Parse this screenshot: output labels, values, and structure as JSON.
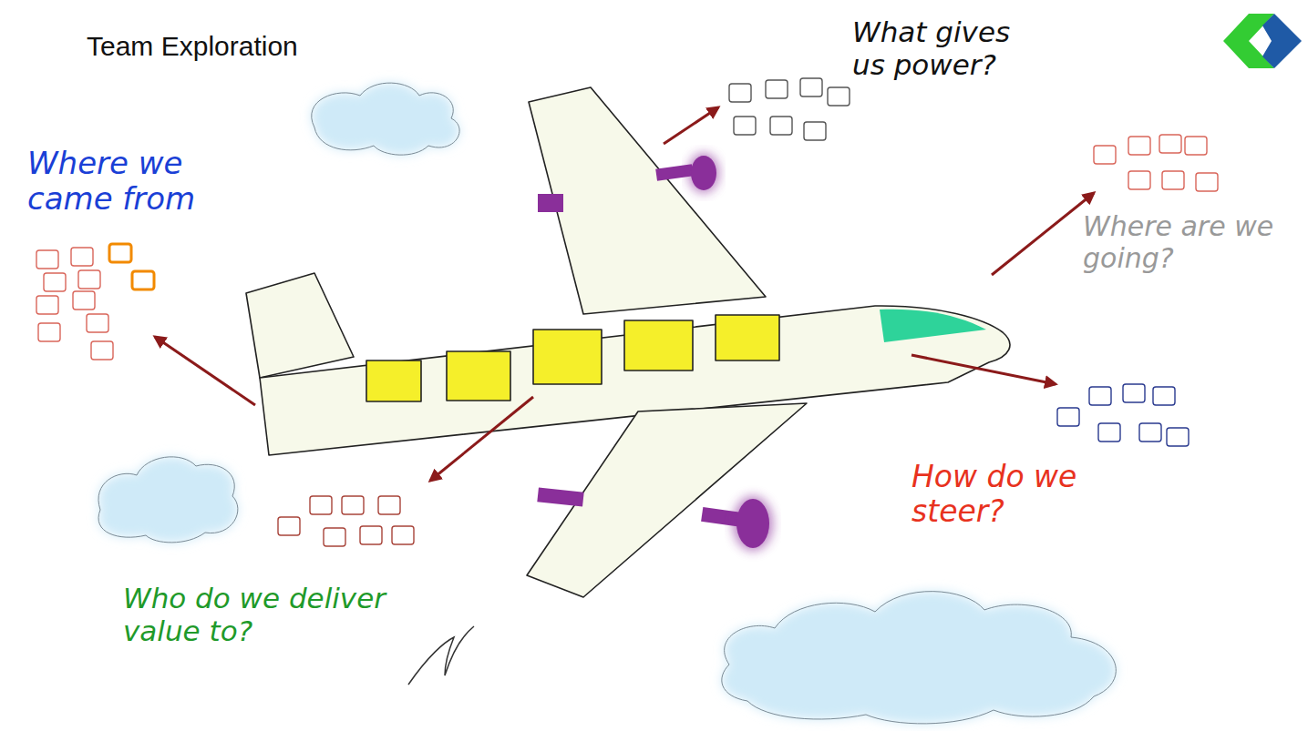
{
  "diagram": {
    "title": "Team Exploration",
    "labels": [
      "Where we came from",
      "What gives us power?",
      "Where are we going?",
      "How do we steer?",
      "Who do we deliver value to?"
    ]
  }
}
